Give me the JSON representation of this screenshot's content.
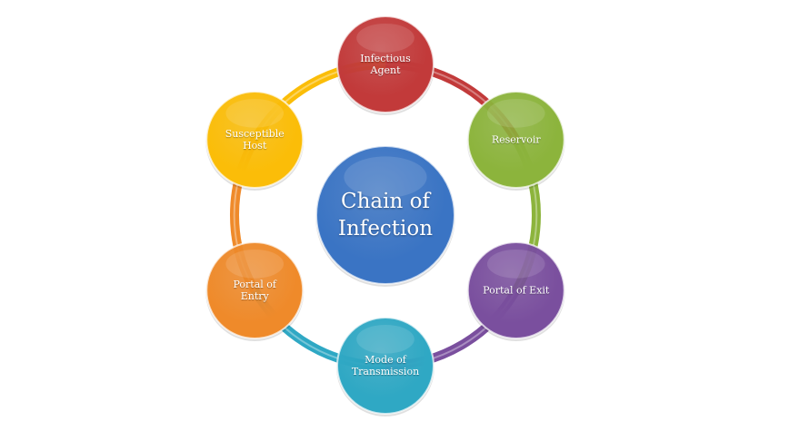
{
  "center": {
    "line1": "Chain of",
    "line2": "Infection",
    "color": "#3a74c4"
  },
  "nodes": [
    {
      "line1": "Infectious",
      "line2": "Agent",
      "color": "#c23a3a"
    },
    {
      "line1": "Reservoir",
      "line2": "",
      "color": "#8cb43c"
    },
    {
      "line1": "Portal of Exit",
      "line2": "",
      "color": "#7a4f9e"
    },
    {
      "line1": "Mode of",
      "line2": "Transmission",
      "color": "#2fa8c4"
    },
    {
      "line1": "Portal of",
      "line2": "Entry",
      "color": "#ef8a2a"
    },
    {
      "line1": "Susceptible",
      "line2": "Host",
      "color": "#fbbd08"
    }
  ]
}
